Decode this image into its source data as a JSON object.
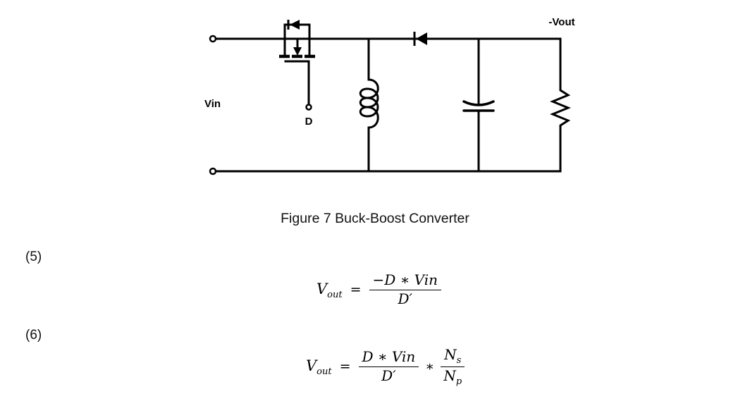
{
  "figure": {
    "labels": {
      "vin": "Vin",
      "gate": "D",
      "vout": "-Vout"
    },
    "ink_color": "#000000",
    "background_color": "#ffffff"
  },
  "caption": "Figure 7 Buck-Boost Converter",
  "equations": [
    {
      "number": "(5)",
      "lhs_base": "V",
      "lhs_sub": "out",
      "rel": "=",
      "frac1": {
        "num": "−D ∗ Vin",
        "den": "D′"
      }
    },
    {
      "number": "(6)",
      "lhs_base": "V",
      "lhs_sub": "out",
      "rel": "=",
      "frac1": {
        "num": "D ∗ Vin",
        "den": "D′"
      },
      "op": "∗",
      "frac2": {
        "num_base": "N",
        "num_sub": "s",
        "den_base": "N",
        "den_sub": "p"
      }
    }
  ]
}
